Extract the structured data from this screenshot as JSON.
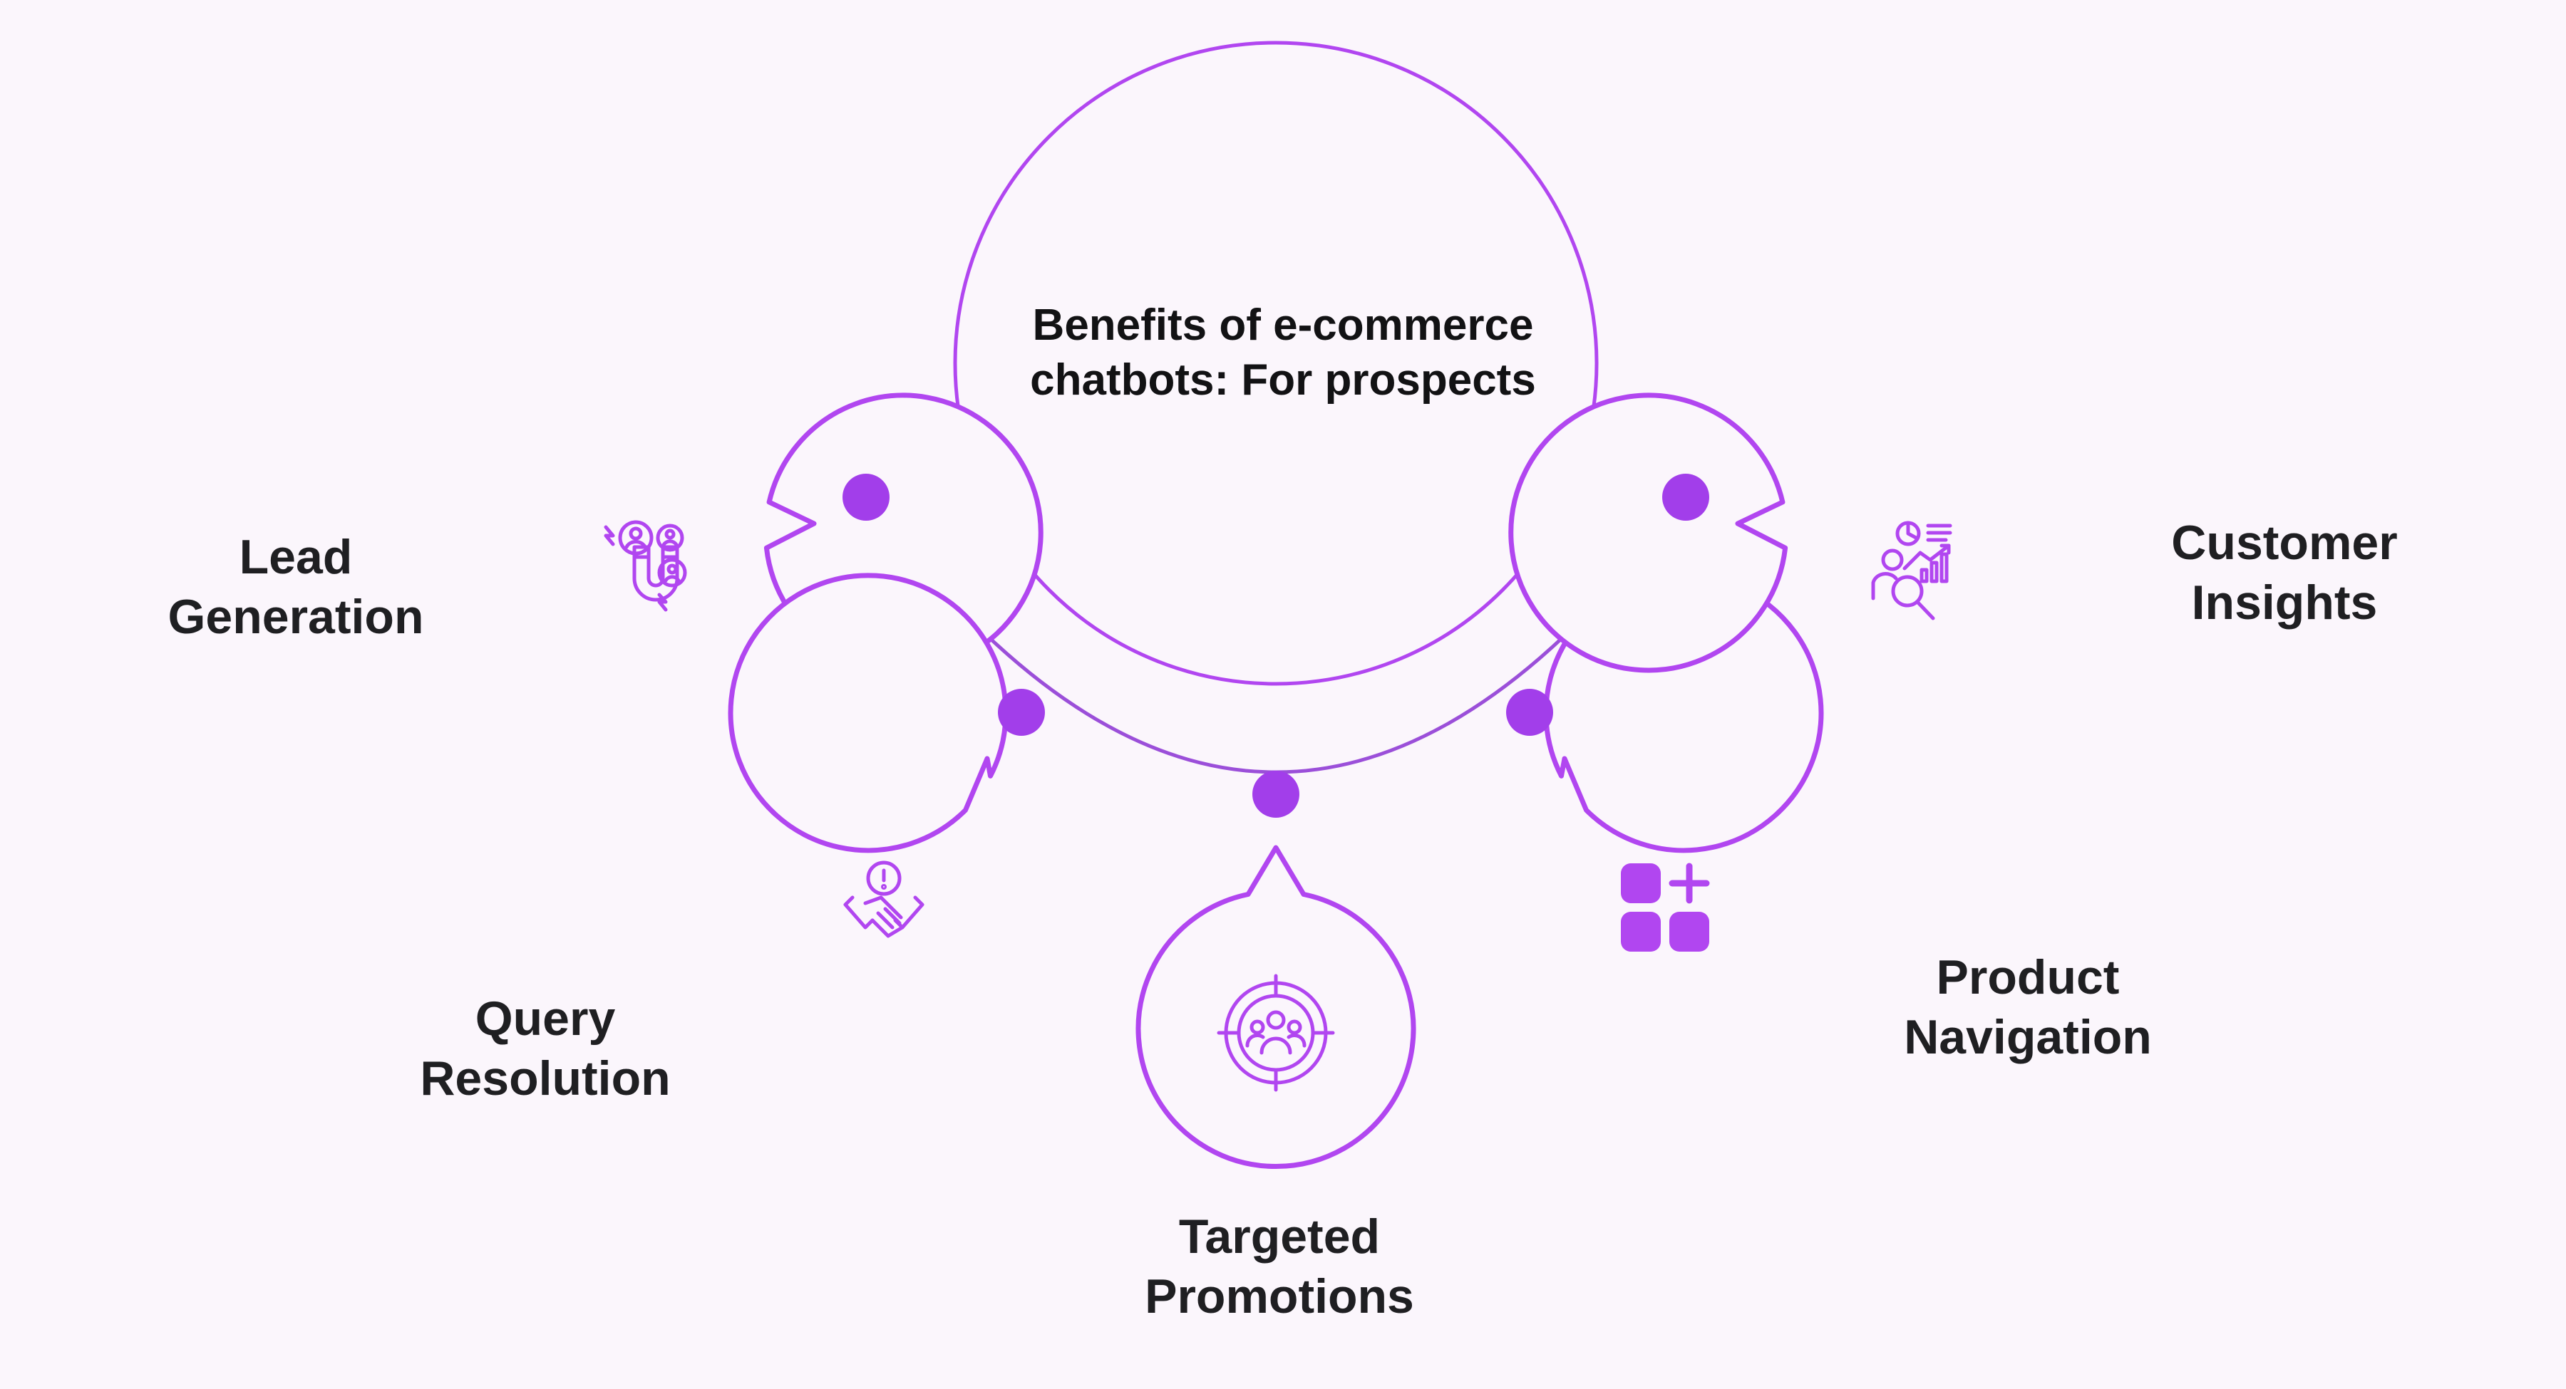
{
  "title": {
    "line1": "Benefits of e-commerce",
    "line2": "chatbots: For prospects"
  },
  "benefits": [
    {
      "line1": "Lead",
      "line2": "Generation",
      "icon": "magnet-users-icon"
    },
    {
      "line1": "Query",
      "line2": "Resolution",
      "icon": "handshake-icon"
    },
    {
      "line1": "Targeted",
      "line2": "Promotions",
      "icon": "target-audience-icon"
    },
    {
      "line1": "Product",
      "line2": "Navigation",
      "icon": "app-grid-plus-icon"
    },
    {
      "line1": "Customer",
      "line2": "Insights",
      "icon": "analytics-search-icon"
    }
  ],
  "colors": {
    "accent": "#B146F0",
    "dot": "#A23EEA",
    "connector": "#9B4FD9",
    "background": "#FBF6FC",
    "text": "#1F1F22"
  }
}
